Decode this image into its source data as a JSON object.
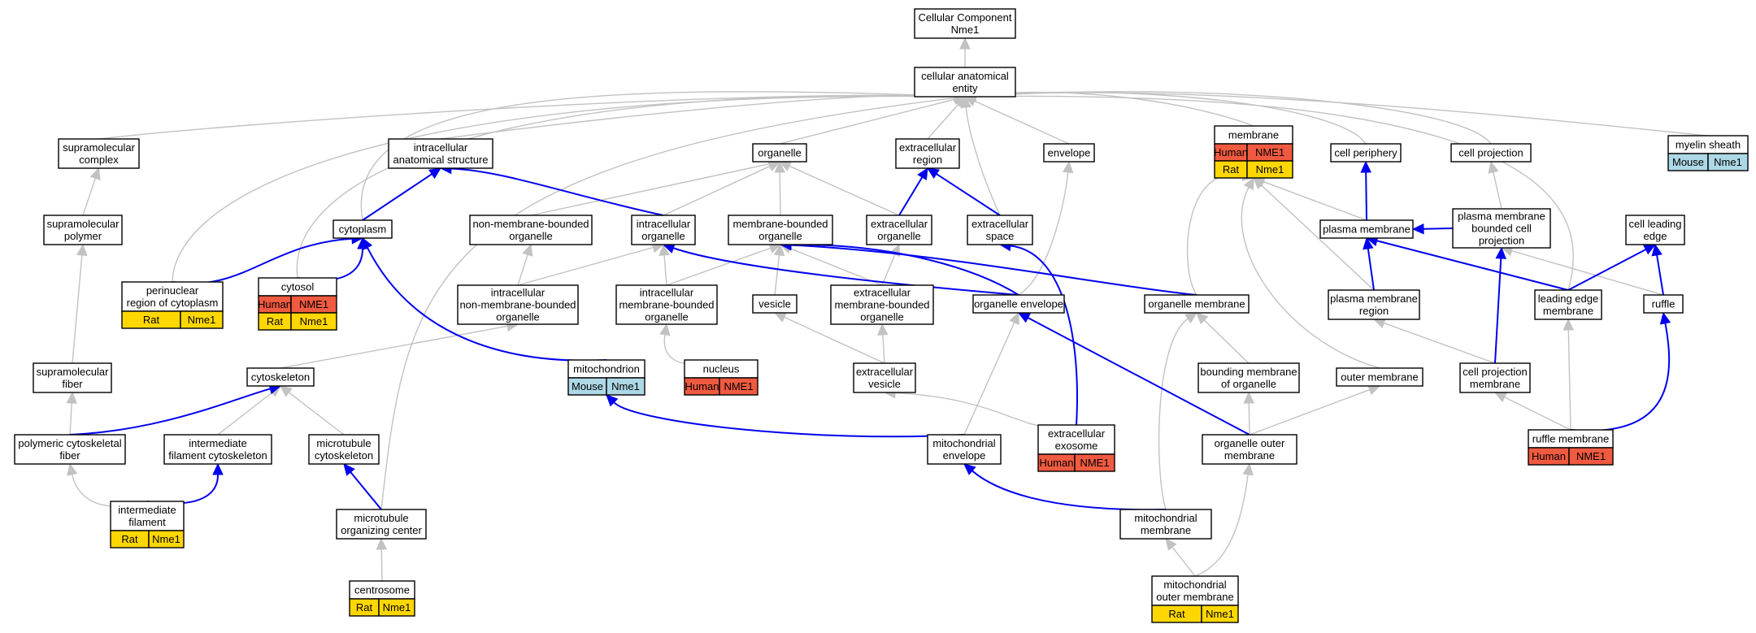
{
  "colors": {
    "human": "#f05a40",
    "rat": "#ffd700",
    "mouse": "#add8e6",
    "is_a_edge": "#c2c2c2",
    "part_of_edge": "#0000ee"
  },
  "nodes": {
    "root": [
      "Cellular Component",
      "Nme1"
    ],
    "cae": [
      "cellular anatomical",
      "entity"
    ],
    "supcomplex": [
      "supramolecular",
      "complex"
    ],
    "ias": [
      "intracellular",
      "anatomical structure"
    ],
    "organelle": [
      "organelle"
    ],
    "extregion": [
      "extracellular",
      "region"
    ],
    "envelope": [
      "envelope"
    ],
    "membrane": [
      "membrane"
    ],
    "cellperiph": [
      "cell periphery"
    ],
    "cellproj": [
      "cell projection"
    ],
    "myelin": [
      "myelin sheath"
    ],
    "suppolymer": [
      "supramolecular",
      "polymer"
    ],
    "cytoplasm": [
      "cytoplasm"
    ],
    "nmbo": [
      "non-membrane-bounded",
      "organelle"
    ],
    "intraorg": [
      "intracellular",
      "organelle"
    ],
    "mbo": [
      "membrane-bounded",
      "organelle"
    ],
    "extorg": [
      "extracellular",
      "organelle"
    ],
    "extspace": [
      "extracellular",
      "space"
    ],
    "pmembrane": [
      "plasma membrane"
    ],
    "pmbcp": [
      "plasma membrane",
      "bounded cell",
      "projection"
    ],
    "cle": [
      "cell leading",
      "edge"
    ],
    "perinuc": [
      "perinuclear",
      "region of cytoplasm"
    ],
    "cytosol": [
      "cytosol"
    ],
    "inmbo": [
      "intracellular",
      "non-membrane-bounded",
      "organelle"
    ],
    "imbo": [
      "intracellular",
      "membrane-bounded",
      "organelle"
    ],
    "vesicle": [
      "vesicle"
    ],
    "embo": [
      "extracellular",
      "membrane-bounded",
      "organelle"
    ],
    "orgenv": [
      "organelle envelope"
    ],
    "orgmem": [
      "organelle membrane"
    ],
    "pmregion": [
      "plasma membrane",
      "region"
    ],
    "lem": [
      "leading edge",
      "membrane"
    ],
    "ruffle": [
      "ruffle"
    ],
    "supfiber": [
      "supramolecular",
      "fiber"
    ],
    "cytoskel": [
      "cytoskeleton"
    ],
    "mito": [
      "mitochondrion"
    ],
    "nucleus": [
      "nucleus"
    ],
    "extves": [
      "extracellular",
      "vesicle"
    ],
    "bmo": [
      "bounding membrane",
      "of organelle"
    ],
    "outermem": [
      "outer membrane"
    ],
    "cpm": [
      "cell projection",
      "membrane"
    ],
    "pcf": [
      "polymeric cytoskeletal",
      "fiber"
    ],
    "ifc": [
      "intermediate",
      "filament cytoskeleton"
    ],
    "mtcyto": [
      "microtubule",
      "cytoskeleton"
    ],
    "mitoenv": [
      "mitochondrial",
      "envelope"
    ],
    "exosome": [
      "extracellular",
      "exosome"
    ],
    "oom": [
      "organelle outer",
      "membrane"
    ],
    "ruffmem": [
      "ruffle membrane"
    ],
    "intfil": [
      "intermediate",
      "filament"
    ],
    "mtoc": [
      "microtubule",
      "organizing center"
    ],
    "mitomem": [
      "mitochondrial",
      "membrane"
    ],
    "centrosome": [
      "centrosome"
    ],
    "mom": [
      "mitochondrial",
      "outer membrane"
    ]
  },
  "annotations": {
    "membrane": [
      [
        "Human",
        "NME1"
      ],
      [
        "Rat",
        "Nme1"
      ]
    ],
    "myelin": [
      [
        "Mouse",
        "Nme1"
      ]
    ],
    "perinuc": [
      [
        "Rat",
        "Nme1"
      ]
    ],
    "cytosol": [
      [
        "Human",
        "NME1"
      ],
      [
        "Rat",
        "Nme1"
      ]
    ],
    "mito": [
      [
        "Mouse",
        "Nme1"
      ]
    ],
    "nucleus": [
      [
        "Human",
        "NME1"
      ]
    ],
    "exosome": [
      [
        "Human",
        "NME1"
      ]
    ],
    "ruffmem": [
      [
        "Human",
        "NME1"
      ]
    ],
    "intfil": [
      [
        "Rat",
        "Nme1"
      ]
    ],
    "centrosome": [
      [
        "Rat",
        "Nme1"
      ]
    ],
    "mom": [
      [
        "Rat",
        "Nme1"
      ]
    ]
  }
}
